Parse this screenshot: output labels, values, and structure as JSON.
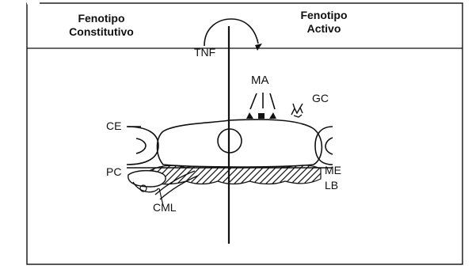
{
  "headings": {
    "left_line1": "Fenotipo",
    "left_line2": "Constitutivo",
    "right_line1": "Fenotipo",
    "right_line2": "Activo"
  },
  "labels": {
    "tnf": "TNF",
    "ma": "MA",
    "gc": "GC",
    "ce": "CE",
    "pc": "PC",
    "me": "ME",
    "lb": "LB",
    "cml": "CML"
  },
  "colors": {
    "ink": "#111111",
    "background": "#ffffff"
  }
}
